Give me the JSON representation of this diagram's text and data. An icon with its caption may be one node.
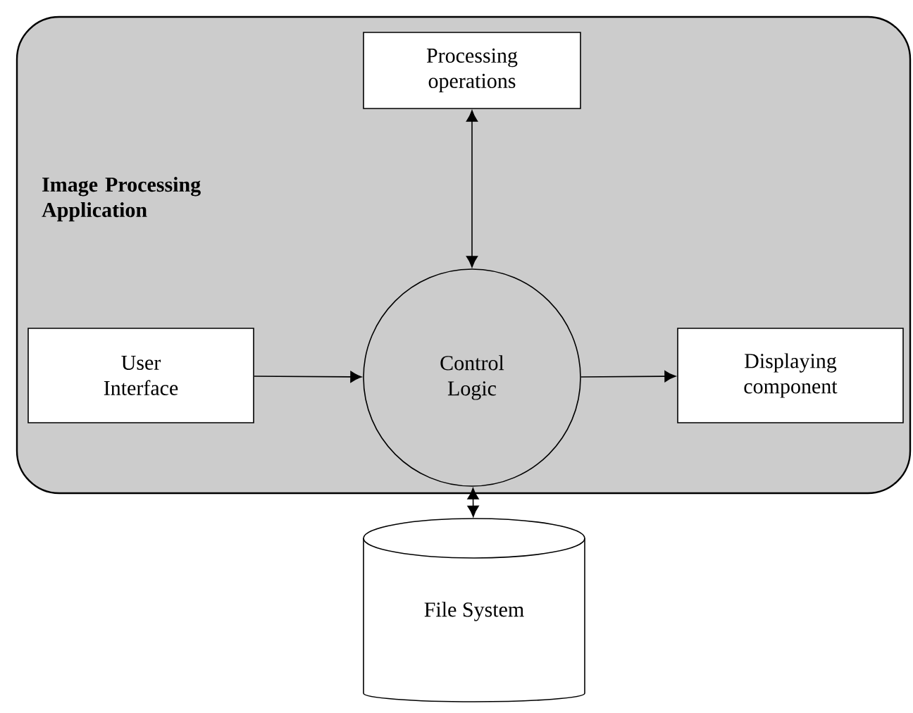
{
  "diagram": {
    "nodes": [
      {
        "text": [
          "Image Processing Application"
        ]
      },
      {
        "text": [
          "Processing operations"
        ],
        "in": 0
      },
      {
        "text": [
          "User Interface"
        ],
        "in": 0
      },
      {
        "text": [
          "Control Logic"
        ],
        "in": 0
      },
      {
        "text": [
          "Displaying component"
        ],
        "in": 0
      },
      {
        "text": [
          "File System"
        ]
      }
    ],
    "edges": [
      {
        "from": 1,
        "to": 3,
        "arrow": "both"
      },
      {
        "from": 2,
        "to": 3,
        "arrow": "to"
      },
      {
        "from": 3,
        "to": 4,
        "arrow": "to"
      },
      {
        "from": 3,
        "to": 5,
        "arrow": "both"
      }
    ]
  }
}
